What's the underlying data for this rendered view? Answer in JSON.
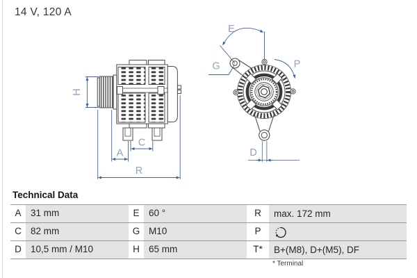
{
  "title": "14 V, 120 A",
  "diagram": {
    "labels": {
      "H": "H",
      "A": "A",
      "C": "C",
      "R": "R",
      "E": "E",
      "G": "G",
      "P": "P",
      "D": "D"
    }
  },
  "table": {
    "heading": "Technical Data",
    "rows": [
      {
        "cells": [
          {
            "label": "A",
            "value": "31 mm"
          },
          {
            "label": "E",
            "value": "60 °"
          },
          {
            "label": "R",
            "value": "max. 172 mm"
          }
        ]
      },
      {
        "cells": [
          {
            "label": "C",
            "value": "82 mm"
          },
          {
            "label": "G",
            "value": "M10"
          },
          {
            "label": "P",
            "value": "",
            "icon": "rotation-direction"
          }
        ]
      },
      {
        "cells": [
          {
            "label": "D",
            "value": "10,5 mm / M10"
          },
          {
            "label": "H",
            "value": "65 mm"
          },
          {
            "label": "T*",
            "value": "B+(M8), D+(M5), DF"
          }
        ]
      }
    ],
    "footnote": "* Terminal"
  },
  "colors": {
    "dimension_line": "#3f5fa7",
    "dimension_label": "#94a0bf",
    "drawing_line": "#4a4c4e",
    "table_value_bg": "#e4e4e4",
    "table_rule": "#979797"
  }
}
